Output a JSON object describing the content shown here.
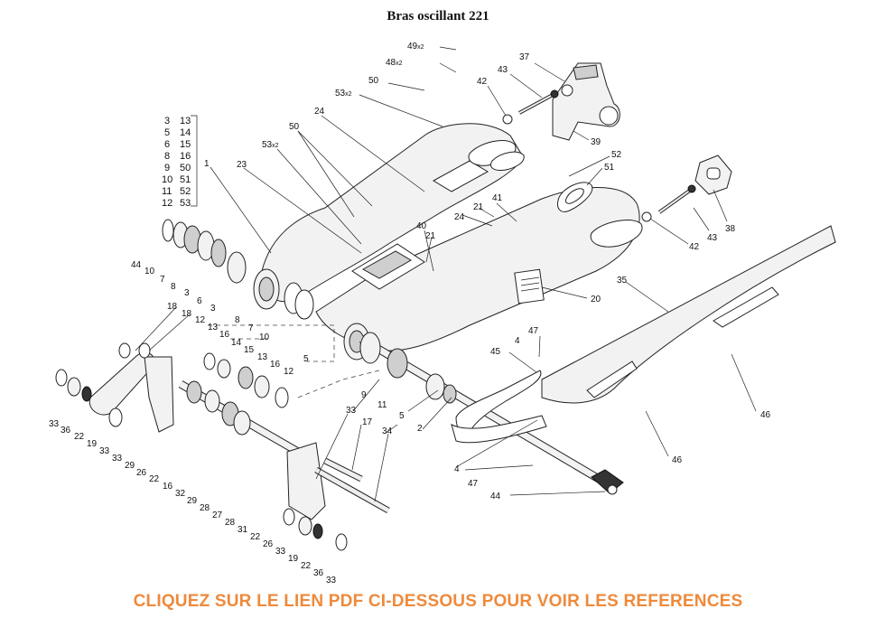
{
  "title": "Bras oscillant 221",
  "footer": "CLIQUEZ SUR LE LIEN PDF CI-DESSOUS POUR VOIR LES REFERENCES",
  "legend": {
    "left": [
      "3",
      "5",
      "6",
      "8",
      "9",
      "10",
      "11",
      "12"
    ],
    "right": [
      "13",
      "14",
      "15",
      "16",
      "50",
      "51",
      "52",
      "53"
    ]
  },
  "callouts": {
    "c49": "49",
    "c49s": "x2",
    "c48": "48",
    "c48s": "x2",
    "c50a": "50",
    "c53a": "53",
    "c53as": "x2",
    "c37": "37",
    "c43a": "43",
    "c42a": "42",
    "c39": "39",
    "c24a": "24",
    "c50b": "50",
    "c53b": "53",
    "c53bs": "x2",
    "c1": "1",
    "c23": "23",
    "c52": "52",
    "c51": "51",
    "c41": "41",
    "c21a": "21",
    "c24b": "24",
    "c40": "40",
    "c21b": "21",
    "c43b": "43",
    "c38": "38",
    "c42b": "42",
    "c20": "20",
    "c35": "35",
    "c44a": "44",
    "c10a": "10",
    "c7a": "7",
    "c8a": "8",
    "c3a": "3",
    "c6": "6",
    "c3b": "3",
    "c8b": "8",
    "c7b": "7",
    "c10b": "10",
    "c5a": "5",
    "c9": "9",
    "c11": "11",
    "c5b": "5",
    "c2": "2",
    "c18a": "18",
    "c18b": "18",
    "c12a": "12",
    "c13a": "13",
    "c16a": "16",
    "c14": "14",
    "c15": "15",
    "c13b": "13",
    "c16b": "16",
    "c12b": "12",
    "c47a": "47",
    "c4a": "4",
    "c45": "45",
    "c46a": "46",
    "c46b": "46",
    "c33a": "33",
    "c36a": "36",
    "c22a": "22",
    "c19a": "19",
    "c33b": "33",
    "c29a": "29",
    "c26a": "26",
    "c22b": "22",
    "c16c": "16",
    "c32": "32",
    "c29b": "29",
    "c28a": "28",
    "c27": "27",
    "c28b": "28",
    "c31": "31",
    "c33c": "33",
    "c17": "17",
    "c34": "34",
    "c4b": "4",
    "c47b": "47",
    "c44b": "44",
    "c22c": "22",
    "c26b": "26",
    "c33d": "33",
    "c19b": "19",
    "c22d": "22",
    "c36b": "36",
    "c33e": "33"
  }
}
